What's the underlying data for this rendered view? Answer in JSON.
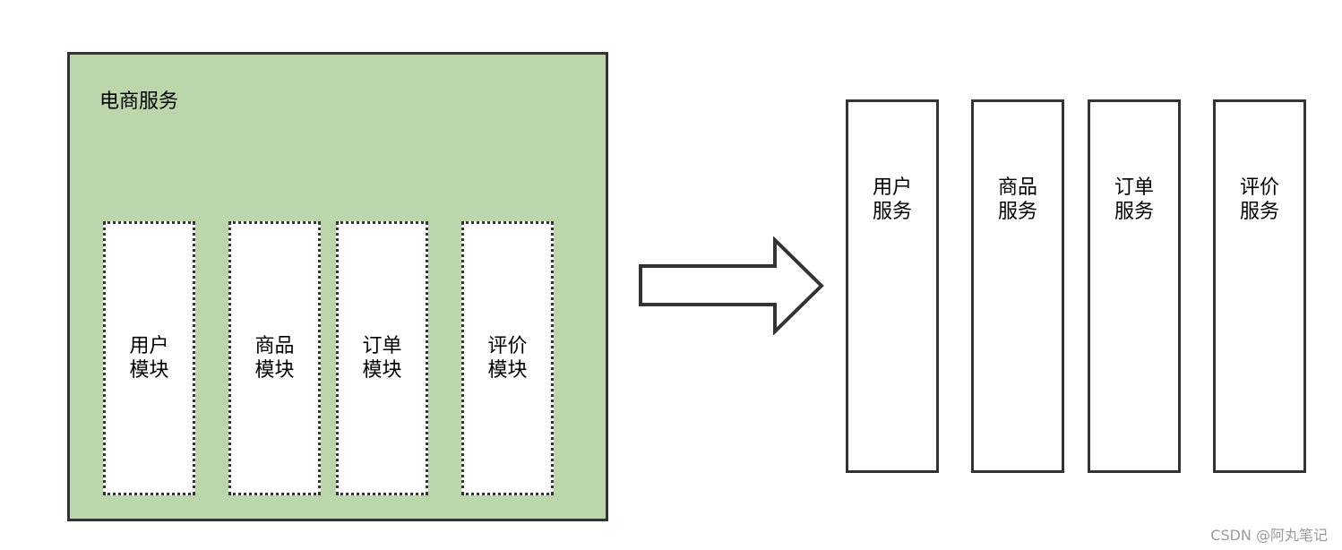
{
  "colors": {
    "monolith_fill": "#bad6aa",
    "stroke": "#333333",
    "box_fill": "#ffffff",
    "text": "#000000",
    "watermark": "#9a9a9a"
  },
  "monolith": {
    "title": "电商服务",
    "modules": [
      {
        "label": "用户\n模块"
      },
      {
        "label": "商品\n模块"
      },
      {
        "label": "订单\n模块"
      },
      {
        "label": "评价\n模块"
      }
    ]
  },
  "transition": {
    "icon": "right-arrow-icon"
  },
  "services": [
    {
      "label": "用户\n服务"
    },
    {
      "label": "商品\n服务"
    },
    {
      "label": "订单\n服务"
    },
    {
      "label": "评价\n服务"
    }
  ],
  "watermark": "CSDN @阿丸笔记"
}
